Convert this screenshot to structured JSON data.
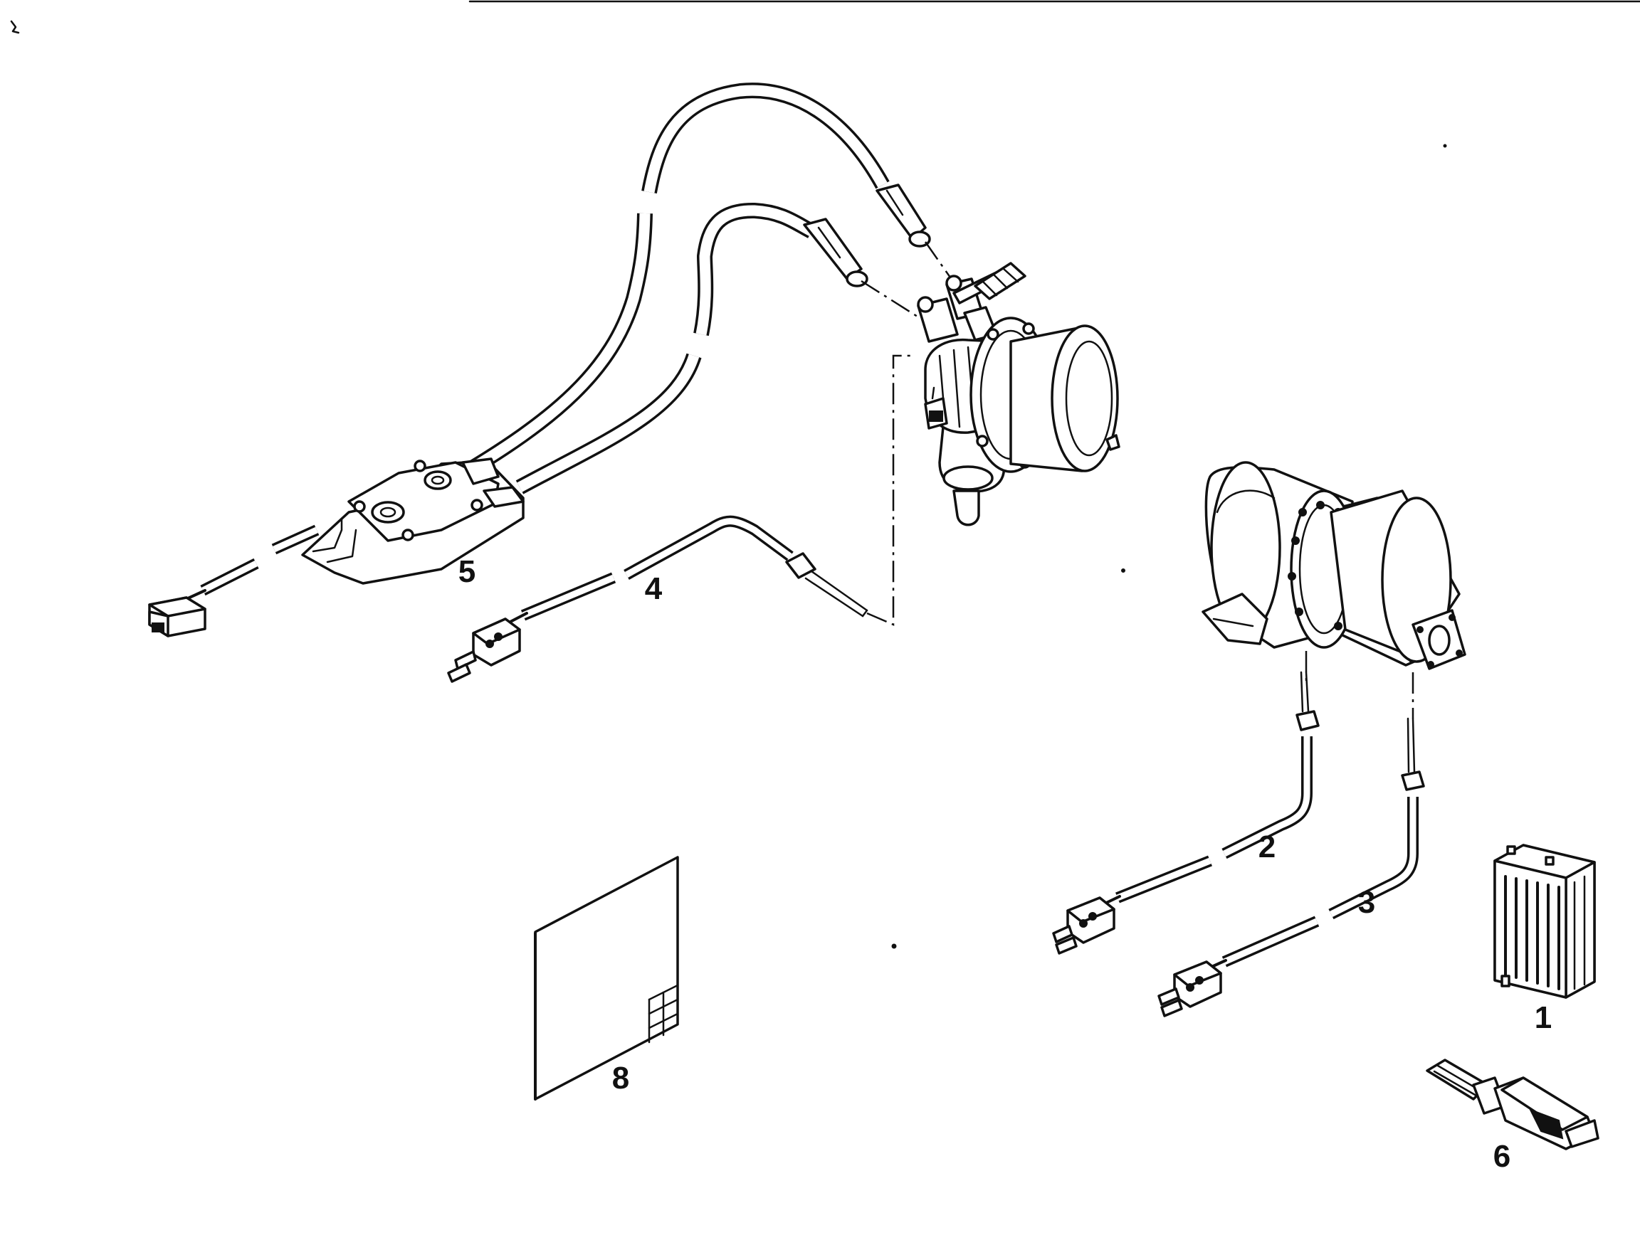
{
  "callouts": {
    "c1": "1",
    "c2": "2",
    "c3": "3",
    "c4": "4",
    "c5": "5",
    "c6": "6",
    "c8": "8"
  },
  "colors": {
    "line": "#111111",
    "background": "#ffffff"
  }
}
